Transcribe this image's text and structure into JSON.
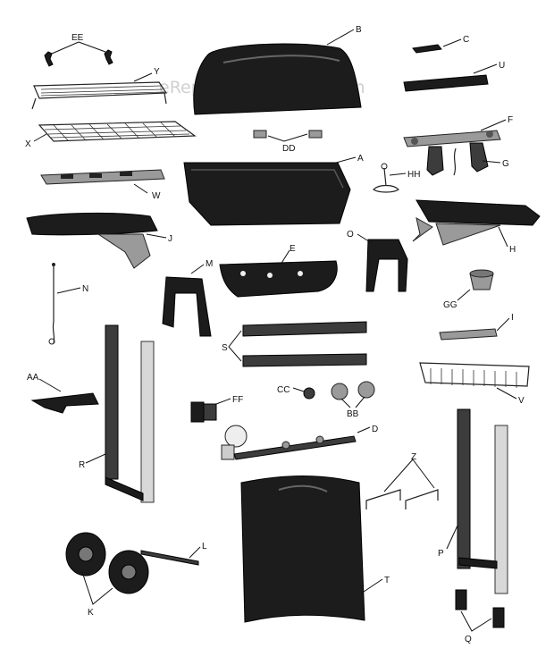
{
  "watermark": "eReplacementParts.com",
  "labels": {
    "EE": "EE",
    "B": "B",
    "C": "C",
    "Y": "Y",
    "U": "U",
    "X": "X",
    "DD": "DD",
    "F": "F",
    "G": "G",
    "A": "A",
    "HH": "HH",
    "W": "W",
    "J": "J",
    "H": "H",
    "O": "O",
    "M": "M",
    "E": "E",
    "N": "N",
    "GG": "GG",
    "I": "I",
    "S": "S",
    "AA": "AA",
    "V": "V",
    "CC": "CC",
    "FF": "FF",
    "BB": "BB",
    "D": "D",
    "R": "R",
    "Z": "Z",
    "P": "P",
    "L": "L",
    "T": "T",
    "K": "K",
    "Q": "Q"
  }
}
